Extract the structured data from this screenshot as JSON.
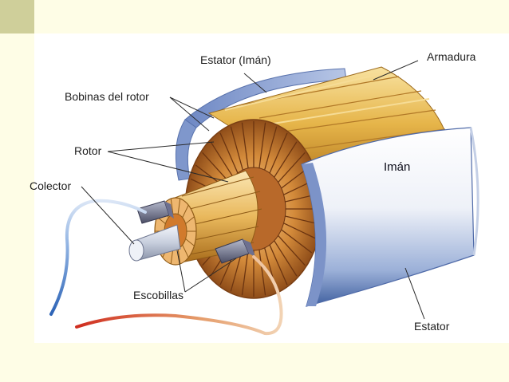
{
  "diagram": {
    "labels": {
      "estator_iman": "Estator (Imán)",
      "armadura": "Armadura",
      "bobinas_rotor": "Bobinas del rotor",
      "rotor": "Rotor",
      "colector": "Colector",
      "iman": "Imán",
      "escobillas": "Escobillas",
      "estator": "Estator"
    }
  },
  "colors": {
    "background": "#fefde6",
    "corner_block": "#cfcf9a",
    "copper": "#c9822f",
    "gold": "#e6b54a",
    "magnet_blue": "#5d79b8",
    "wire_blue": "#3d76c4",
    "wire_red": "#d03a25"
  }
}
